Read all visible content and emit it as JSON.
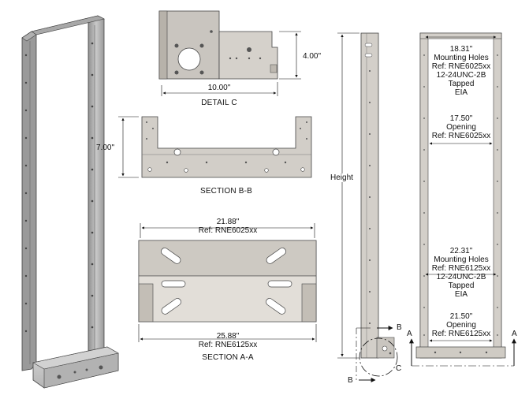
{
  "detail_c": {
    "dim_height": "4.00\"",
    "dim_width": "10.00\"",
    "caption": "DETAIL C"
  },
  "section_bb": {
    "dim_height": "7.00\"",
    "caption": "SECTION B-B"
  },
  "section_aa": {
    "dim_top": "21.88\"",
    "ref_top": "Ref: RNE6025xx",
    "dim_bottom": "25.88\"",
    "ref_bottom": "Ref: RNE6125xx",
    "caption": "SECTION A-A"
  },
  "side_view": {
    "height_label": "Height",
    "markers": {
      "b_top": "B",
      "b_bottom": "B",
      "c": "C"
    }
  },
  "front_view": {
    "note_top": [
      "18.31\"",
      "Mounting Holes",
      "Ref: RNE6025xx",
      "12-24UNC-2B",
      "Tapped",
      "EIA"
    ],
    "note_opening_top": [
      "17.50\"",
      "Opening",
      "Ref: RNE6025xx"
    ],
    "note_mid": [
      "22.31\"",
      "Mounting Holes",
      "Ref: RNE6125xx",
      "12-24UNC-2B",
      "Tapped",
      "EIA"
    ],
    "note_opening_bottom": [
      "21.50\"",
      "Opening",
      "Ref: RNE6125xx"
    ],
    "markers": {
      "a_left": "A",
      "a_right": "A"
    }
  }
}
